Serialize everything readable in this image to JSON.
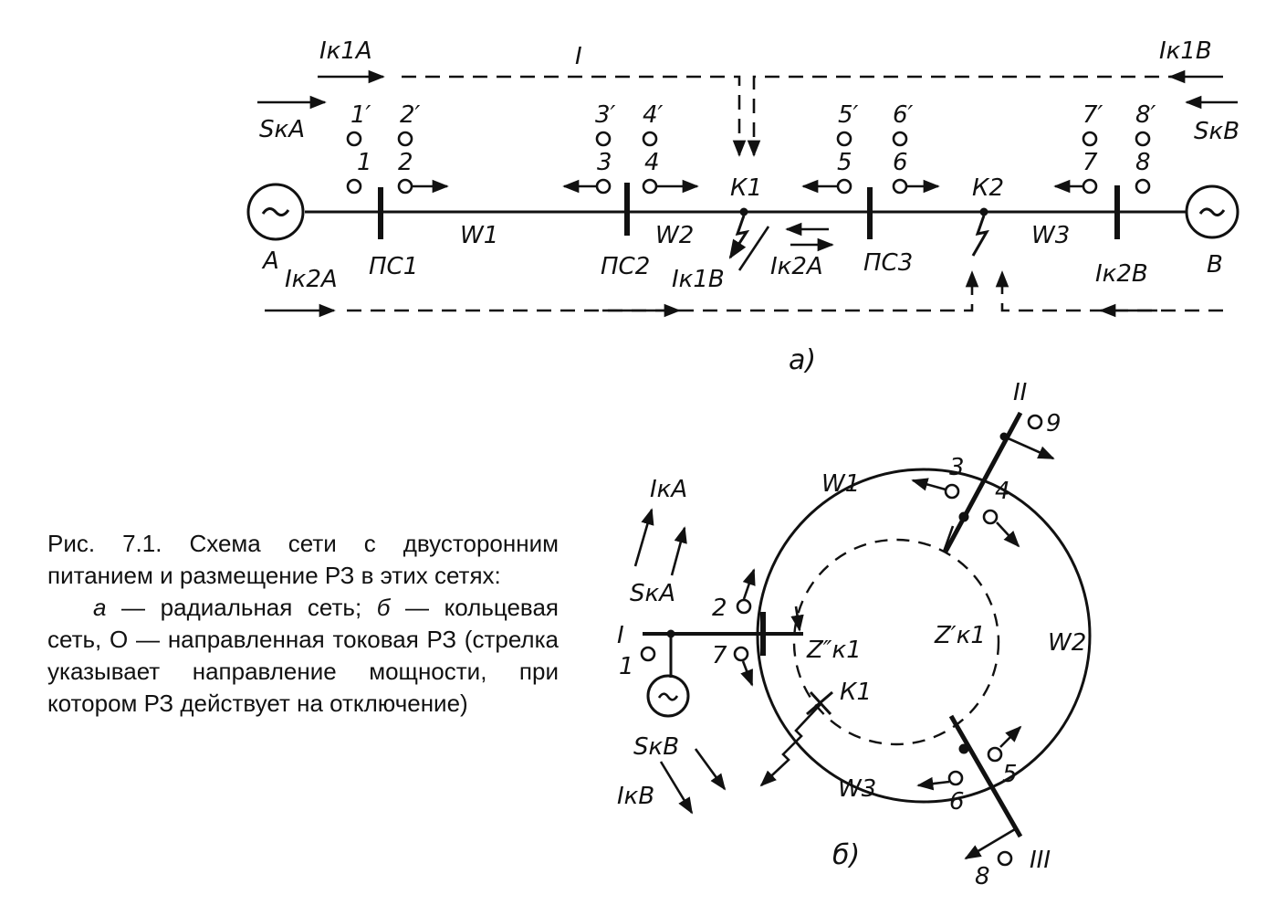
{
  "caption": {
    "title": "Рис. 7.1. Схема сети с двусторонним питанием и размещение РЗ в этих сетях:",
    "letter_a": "а",
    "text_a": " — радиальная сеть; ",
    "letter_b": "б",
    "text_b": " — кольцевая сеть, О — направленная токовая РЗ (стрелка указывает направление мощности, при котором РЗ действует на отключение)"
  },
  "diagram_a": {
    "sublabel": "а)",
    "sources": {
      "left": "A",
      "right": "B"
    },
    "substations": [
      "ПС1",
      "ПС2",
      "ПС3"
    ],
    "lines": [
      "W1",
      "W2",
      "W3"
    ],
    "faults": [
      "К1",
      "К2"
    ],
    "relays_bottom": [
      "1",
      "2",
      "3",
      "4",
      "5",
      "6",
      "7",
      "8"
    ],
    "relays_top": [
      "1′",
      "2′",
      "3′",
      "4′",
      "5′",
      "6′",
      "7′",
      "8′"
    ],
    "loop_label": "I",
    "currents": {
      "ik1a": "Iк1A",
      "ik1b_top": "Iк1B",
      "ska": "SкA",
      "skb": "SкB",
      "ik2a_left": "Iк2A",
      "ik1b_mid": "Iк1B",
      "ik2a_mid": "Iк2A",
      "ik2b": "Iк2B"
    }
  },
  "diagram_b": {
    "sublabel": "б)",
    "nodes": [
      "I",
      "II",
      "III"
    ],
    "lines": [
      "W1",
      "W2",
      "W3"
    ],
    "fault": "К1",
    "relays": [
      "1",
      "2",
      "3",
      "4",
      "5",
      "6",
      "7",
      "8",
      "9"
    ],
    "impedances": {
      "inner": "Z′к1",
      "outer": "Z″к1"
    },
    "currents": {
      "ika": "IкA",
      "ska": "SкA",
      "skb": "SкB",
      "ikb": "IкB"
    }
  }
}
